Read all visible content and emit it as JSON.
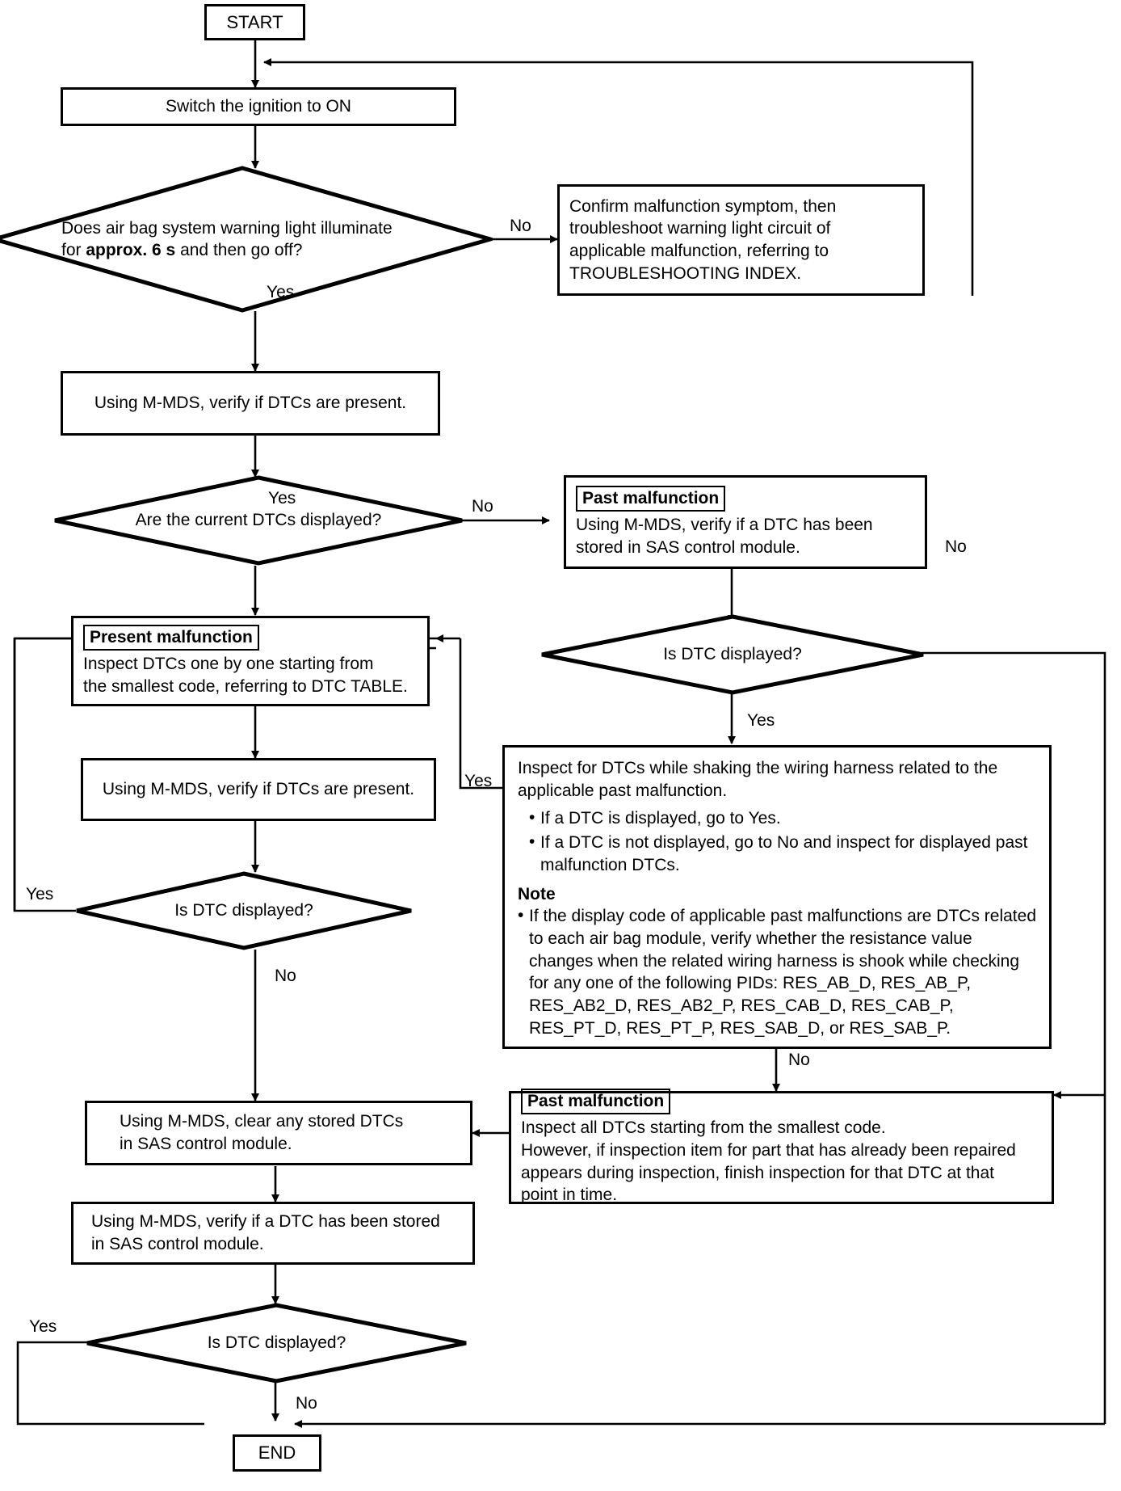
{
  "chart_data": {
    "type": "diagram",
    "title": "Air bag system troubleshooting flowchart",
    "nodes": [
      {
        "id": "start",
        "type": "terminator",
        "text": "START"
      },
      {
        "id": "ignition",
        "type": "process",
        "text": "Switch the ignition to ON"
      },
      {
        "id": "d1",
        "type": "decision",
        "text": "Does air bag system warning light illuminate for approx. 6 s and then go off?"
      },
      {
        "id": "confirm",
        "type": "process",
        "text": "Confirm malfunction symptom, then troubleshoot warning light circuit of applicable malfunction, referring to TROUBLESHOOTING INDEX."
      },
      {
        "id": "verify1",
        "type": "process",
        "text": "Using M-MDS, verify if DTCs are present."
      },
      {
        "id": "d2",
        "type": "decision",
        "text": "Are the current DTCs displayed?"
      },
      {
        "id": "past1",
        "type": "process",
        "title": "Past malfunction",
        "text": "Using M-MDS, verify if a DTC has been stored in SAS control module."
      },
      {
        "id": "present",
        "type": "process",
        "title": "Present malfunction",
        "text": "Inspect DTCs one by one starting from the smallest code, referring to DTC TABLE."
      },
      {
        "id": "d3",
        "type": "decision",
        "text": "Is DTC displayed?"
      },
      {
        "id": "verify2",
        "type": "process",
        "text": "Using M-MDS, verify if DTCs are present."
      },
      {
        "id": "shake",
        "type": "process",
        "text": "Inspect for DTCs while shaking the wiring harness related to the applicable past malfunction."
      },
      {
        "id": "d4",
        "type": "decision",
        "text": "Is DTC displayed?"
      },
      {
        "id": "past2",
        "type": "process",
        "title": "Past malfunction",
        "text": "Inspect all DTCs starting from the smallest code."
      },
      {
        "id": "clear",
        "type": "process",
        "text": "Using M-MDS, clear any stored DTCs in SAS control module."
      },
      {
        "id": "verify3",
        "type": "process",
        "text": "Using M-MDS, verify if a DTC has been stored in SAS control module."
      },
      {
        "id": "d5",
        "type": "decision",
        "text": "Is DTC displayed?"
      },
      {
        "id": "end",
        "type": "terminator",
        "text": "END"
      }
    ]
  },
  "nodes": {
    "start": {
      "label": "START"
    },
    "end": {
      "label": "END"
    },
    "ignition": {
      "label": "Switch the ignition to ON"
    },
    "d1": {
      "line1_a": "Does air bag system warning light illuminate",
      "line2_a": "for ",
      "line2_bold": "approx. 6 s",
      "line2_b": " and then go off?"
    },
    "confirm": {
      "line1": "Confirm malfunction symptom, then",
      "line2": "troubleshoot warning light circuit of",
      "line3": "applicable malfunction, referring to",
      "line4": "TROUBLESHOOTING INDEX."
    },
    "verify_dtcs_present_1": {
      "label": "Using M-MDS, verify if DTCs are present."
    },
    "d2": {
      "label": "Are the current DTCs displayed?"
    },
    "past_malfunction_1": {
      "badge": "Past malfunction",
      "line1": "Using M-MDS, verify if a DTC has been",
      "line2": "stored in SAS control module."
    },
    "present_malfunction": {
      "badge": "Present malfunction",
      "line1": "Inspect DTCs one by one starting from",
      "line2": "the smallest code, referring to DTC TABLE."
    },
    "d3": {
      "label": "Is DTC displayed?"
    },
    "verify_dtcs_present_2": {
      "label": "Using M-MDS, verify if DTCs are present."
    },
    "d4": {
      "label": "Is DTC displayed?"
    },
    "shake_harness": {
      "line1": "Inspect for DTCs while shaking the wiring harness related to the",
      "line2": "applicable past malfunction.",
      "bullets": [
        "If a DTC is displayed, go to Yes.",
        "If a DTC is not displayed, go to No and inspect for displayed past malfunction DTCs."
      ],
      "note_heading": "Note",
      "note_bullet": "If the display code of applicable past malfunctions are DTCs related to each air bag module, verify whether the resistance value changes when the related wiring harness is shook while checking for any one of the following PIDs: RES_AB_D, RES_AB_P, RES_AB2_D, RES_AB2_P, RES_CAB_D, RES_CAB_P, RES_PT_D, RES_PT_P, RES_SAB_D, or RES_SAB_P."
    },
    "past_malfunction_2": {
      "badge": "Past malfunction",
      "line1": "Inspect all DTCs starting from the smallest code.",
      "line2": "However, if inspection item for part that has already been repaired",
      "line3": "appears during inspection, finish inspection for that DTC at that",
      "line4": "point in time."
    },
    "clear_dtcs": {
      "line1": "Using M-MDS, clear any stored DTCs",
      "line2": "in SAS control module."
    },
    "verify_stored_dtc": {
      "line1": "Using M-MDS, verify if a DTC has been stored",
      "line2": "in SAS control module."
    },
    "d5": {
      "label": "Is DTC displayed?"
    }
  },
  "edge_labels": {
    "d1_no": "No",
    "d1_yes": "Yes",
    "d2_no": "No",
    "d2_yes": "Yes",
    "d3_yes_left": "Yes",
    "d3_no_down": "No",
    "d4_no_right": "No",
    "d4_yes_down": "Yes",
    "shake_yes_left": "Yes",
    "shake_no_down": "No",
    "d5_yes_left": "Yes",
    "d5_no_down": "No"
  },
  "colors": {
    "stroke": "#000000",
    "background": "#ffffff",
    "text": "#000000"
  }
}
